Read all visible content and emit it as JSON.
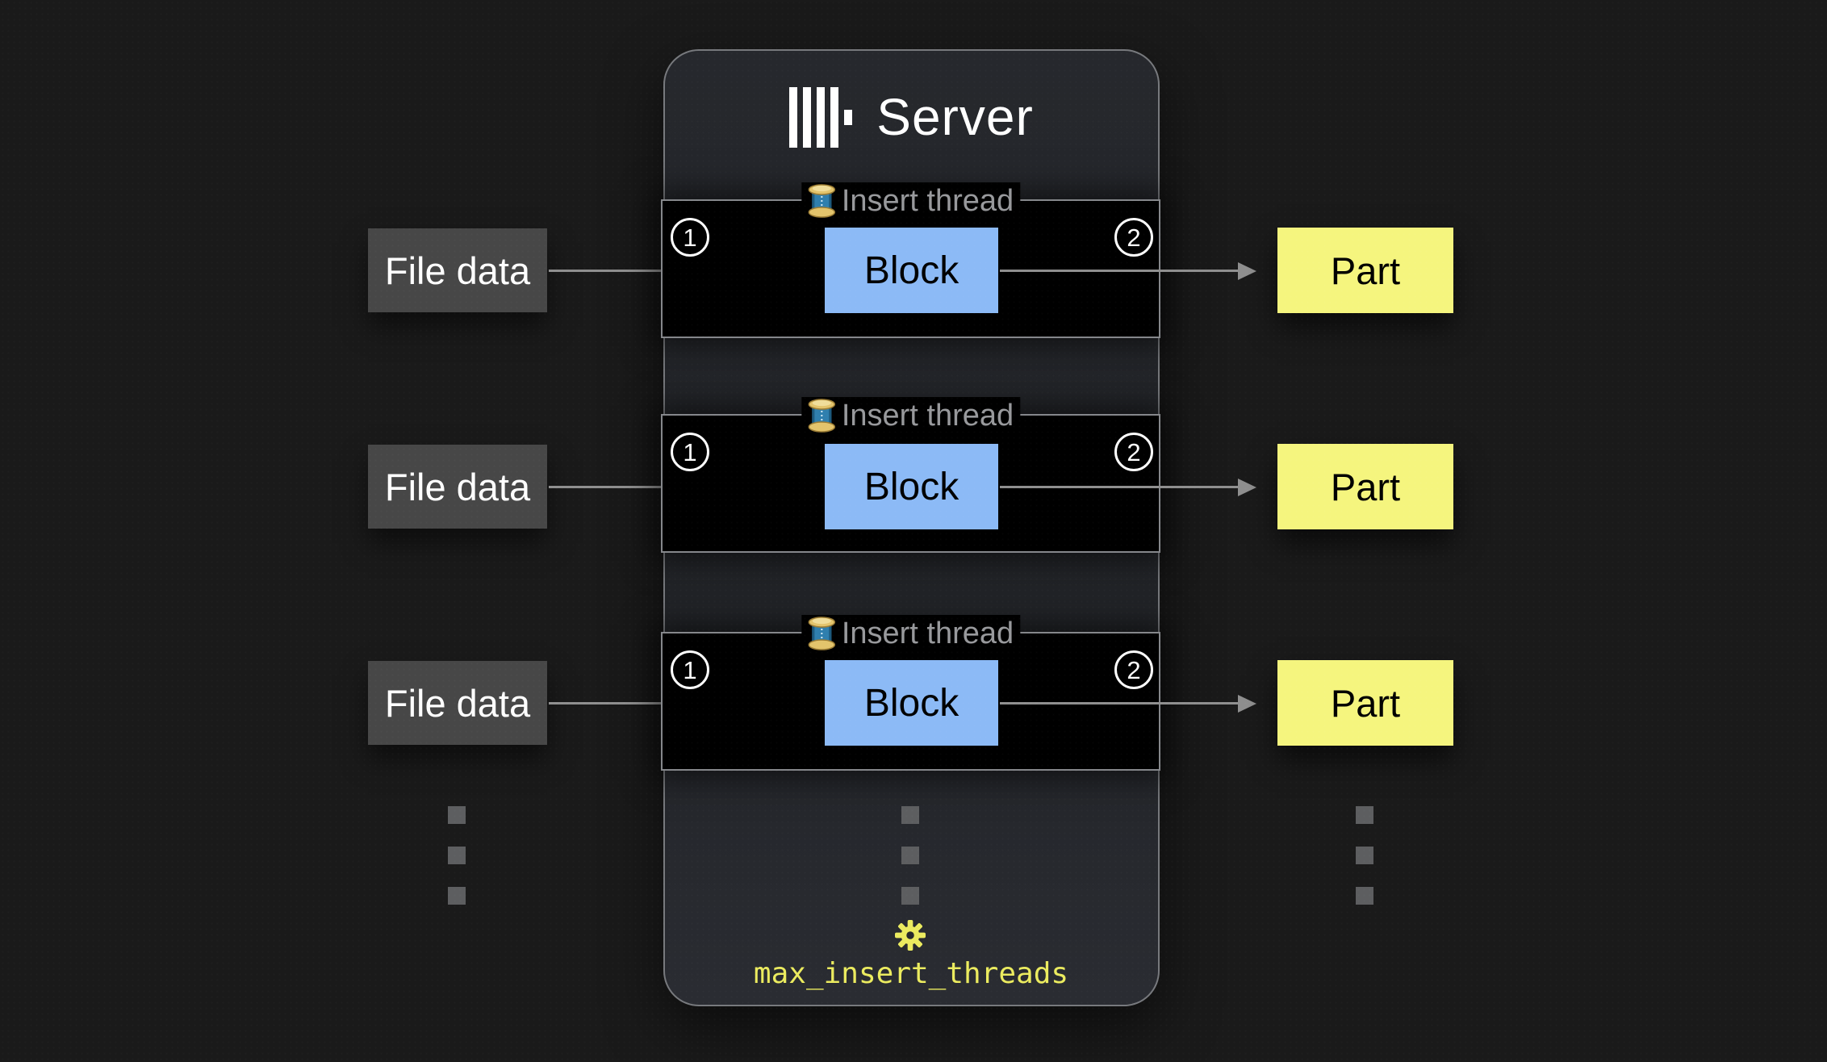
{
  "server": {
    "title": "Server",
    "setting_label": "max_insert_threads"
  },
  "threads": [
    {
      "legend": "Insert thread",
      "in_step": "1",
      "block": "Block",
      "out_step": "2"
    },
    {
      "legend": "Insert thread",
      "in_step": "1",
      "block": "Block",
      "out_step": "2"
    },
    {
      "legend": "Insert thread",
      "in_step": "1",
      "block": "Block",
      "out_step": "2"
    }
  ],
  "inputs": [
    "File data",
    "File data",
    "File data"
  ],
  "outputs": [
    "Part",
    "Part",
    "Part"
  ],
  "colors": {
    "background": "#1a1a1a",
    "server_bg": "#26282d",
    "server_border": "#77797d",
    "section_bg": "#000000",
    "section_border": "#85878b",
    "block_bg": "#8cbaf6",
    "part_bg": "#f5f57e",
    "file_data_bg": "#474747",
    "arrow_gray": "#8f8f8f",
    "legend_text": "#98999c",
    "accent_yellow": "#ebeb5f"
  }
}
